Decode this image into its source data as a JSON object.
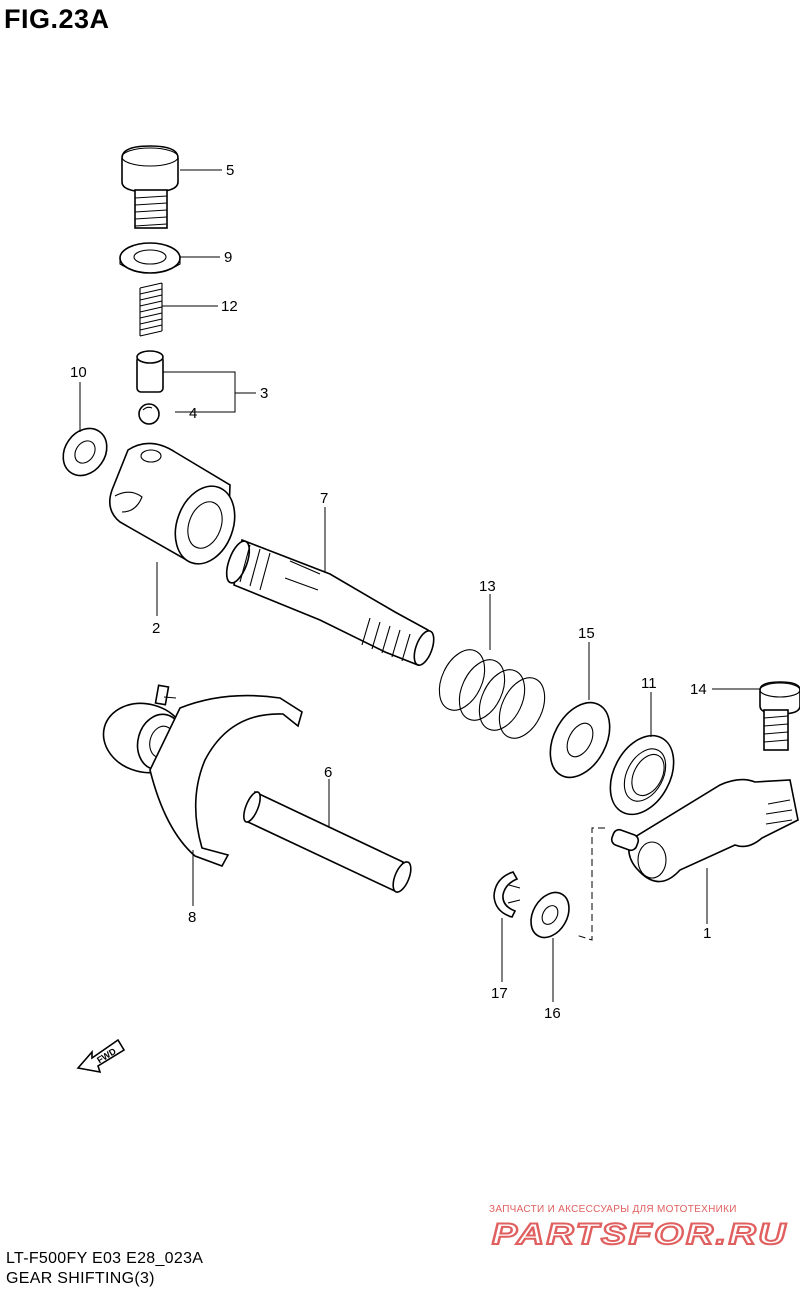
{
  "figure": {
    "title": "FIG.23A",
    "model_code": "LT-F500FY E03 E28_023A",
    "page_name": "GEAR SHIFTING(3)"
  },
  "callouts": {
    "c1": "1",
    "c2": "2",
    "c3": "3",
    "c4": "4",
    "c5": "5",
    "c6": "6",
    "c7": "7",
    "c8": "8",
    "c9": "9",
    "c10": "10",
    "c11": "11",
    "c12": "12",
    "c13": "13",
    "c14": "14",
    "c15": "15",
    "c16": "16",
    "c17": "17"
  },
  "fwd_arrow": "FWD",
  "watermark": {
    "tagline": "ЗАПЧАСТИ И АКСЕССУАРЫ ДЛЯ МОТОТЕХНИКИ",
    "logo": "PARTSFOR.RU",
    "color": "#e06060"
  }
}
